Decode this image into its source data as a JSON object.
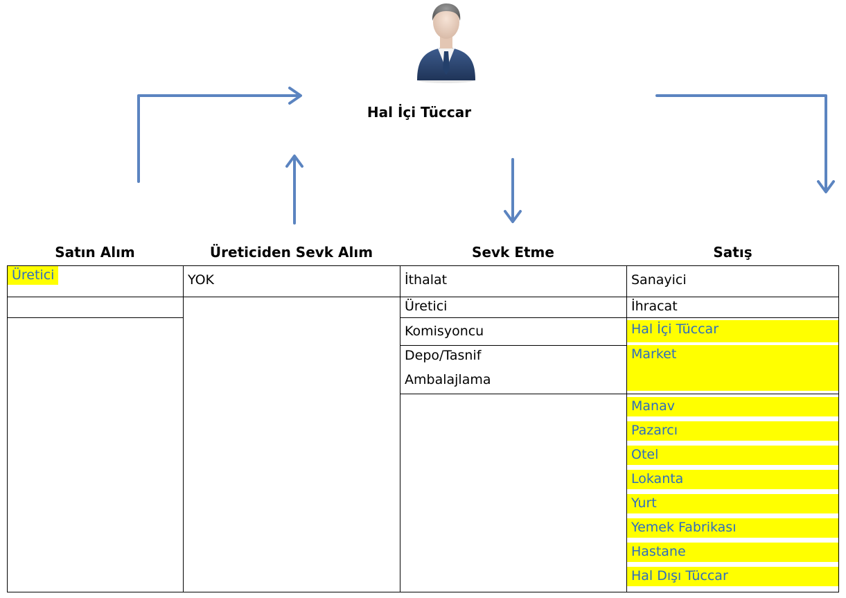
{
  "center": {
    "title": "Hal İçi Tüccar"
  },
  "columns": [
    {
      "header": "Satın Alım",
      "cells": [
        {
          "text": "Üretici",
          "highlight": true
        }
      ]
    },
    {
      "header": "Üreticiden Sevk Alım",
      "cells": [
        {
          "text": "YOK",
          "highlight": false
        }
      ]
    },
    {
      "header": "Sevk Etme",
      "cells": [
        {
          "text": "İthalat",
          "highlight": false
        },
        {
          "text": "Üretici",
          "highlight": false
        },
        {
          "text": "Komisyoncu",
          "highlight": false
        },
        {
          "text": "Depo/Tasnif",
          "highlight": false
        },
        {
          "text": "Ambalajlama",
          "highlight": false
        }
      ]
    },
    {
      "header": "Satış",
      "cells": [
        {
          "text": "Sanayici",
          "highlight": false
        },
        {
          "text": "İhracat",
          "highlight": false
        },
        {
          "text": "Hal İçi Tüccar",
          "highlight": true
        },
        {
          "text": "Market",
          "highlight": true
        },
        {
          "text": "Manav",
          "highlight": true
        },
        {
          "text": "Pazarcı",
          "highlight": true
        },
        {
          "text": "Otel",
          "highlight": true
        },
        {
          "text": "Lokanta",
          "highlight": true
        },
        {
          "text": "Yurt",
          "highlight": true
        },
        {
          "text": "Yemek Fabrikası",
          "highlight": true
        },
        {
          "text": "Hastane",
          "highlight": true
        },
        {
          "text": "Hal Dışı Tüccar",
          "highlight": true
        }
      ]
    }
  ],
  "colors": {
    "arrow": "#5b84c0",
    "highlight": "#ffff00",
    "highlight_text": "#2e6dbf"
  }
}
